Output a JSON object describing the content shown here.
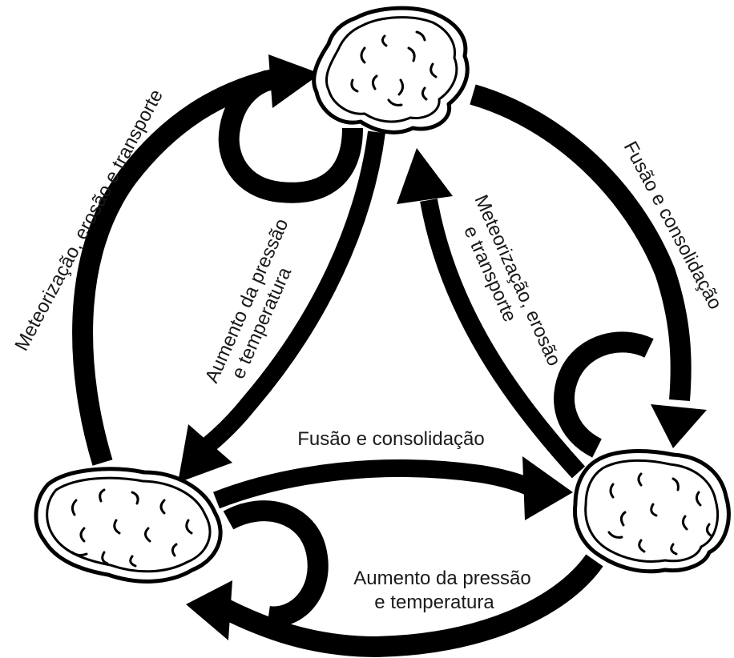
{
  "labels": {
    "outer_left": "Meteorização, erosão e transporte",
    "outer_right": "Fusão e consolidação",
    "inner_left_line1": "Aumento da pressão",
    "inner_left_line2": "e temperatura",
    "inner_right_line1": "Meteorização, erosão",
    "inner_right_line2": "e transporte",
    "inner_bottom": "Fusão e consolidação",
    "outer_bottom_line1": "Aumento da pressão",
    "outer_bottom_line2": "e temperatura"
  }
}
